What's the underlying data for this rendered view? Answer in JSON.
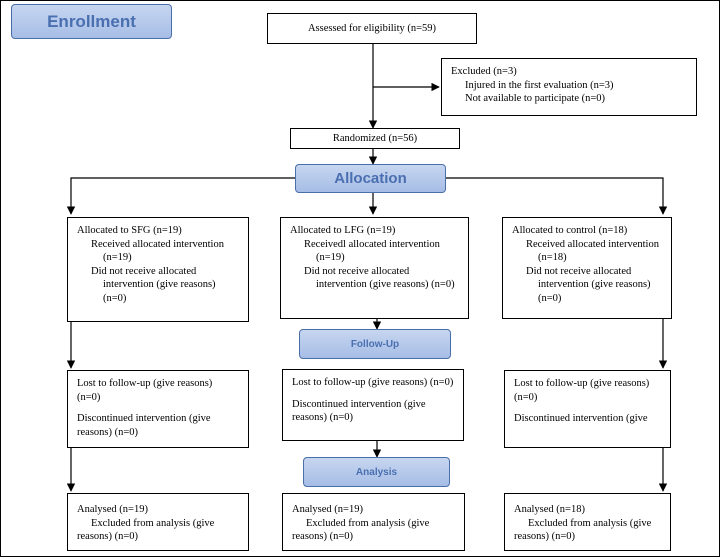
{
  "stages": {
    "enrollment": "Enrollment",
    "allocation": "Allocation",
    "follow_up": "Follow-Up",
    "analysis": "Analysis"
  },
  "assessed": "Assessed for eligibility (n=59)",
  "excluded": {
    "title": "Excluded (n=3)",
    "items": [
      "Injured in the first evaluation (n=3)",
      "Not available to participate (n=0)"
    ]
  },
  "randomized": "Randomized (n=56)",
  "check_glyph": "",
  "allocated": {
    "sfg": {
      "title": "Allocated to SFG (n=19)",
      "received": "Received allocated intervention",
      "received_n": "(n=19)",
      "not_received": "Did not receive allocated",
      "not_received_2": "intervention (give reasons)",
      "not_received_n": "(n=0)"
    },
    "lfg": {
      "title": "Allocated to LFG (n=19)",
      "received": "Receivedl allocated intervention",
      "received_n": "(n=19)",
      "not_received": "Did not receive allocated",
      "not_received_2": "intervention (give reasons) (n=0)"
    },
    "control": {
      "title": "Allocated to control (n=18)",
      "received": "Received allocated intervention",
      "received_n": "(n=18)",
      "not_received": "Did not receive allocated",
      "not_received_2": "intervention (give reasons)",
      "not_received_n": "(n=0)"
    }
  },
  "followup": {
    "sfg": {
      "lost": "Lost to follow-up (give reasons)",
      "lost_n": "(n=0)",
      "disc": "Discontinued intervention (give",
      "disc_2": "reasons) (n=0)"
    },
    "lfg": {
      "lost": "Lost to follow-up (give reasons) (n=0)",
      "disc": "Discontinued intervention (give",
      "disc_2": "reasons) (n=0)"
    },
    "control": {
      "lost": "Lost to follow-up (give reasons)",
      "lost_n": "(n=0)",
      "disc": "Discontinued intervention (give"
    }
  },
  "analysed": {
    "sfg": {
      "title": "Analysed (n=19)",
      "excl": "Excluded from analysis (give",
      "excl_2": "reasons) (n=0)"
    },
    "lfg": {
      "title": "Analysed (n=19)",
      "excl": "Excluded from analysis (give",
      "excl_2": "reasons) (n=0)"
    },
    "control": {
      "title": "Analysed (n=18)",
      "excl": "Excluded from analysis (give",
      "excl_2": "reasons) (n=0)"
    }
  }
}
